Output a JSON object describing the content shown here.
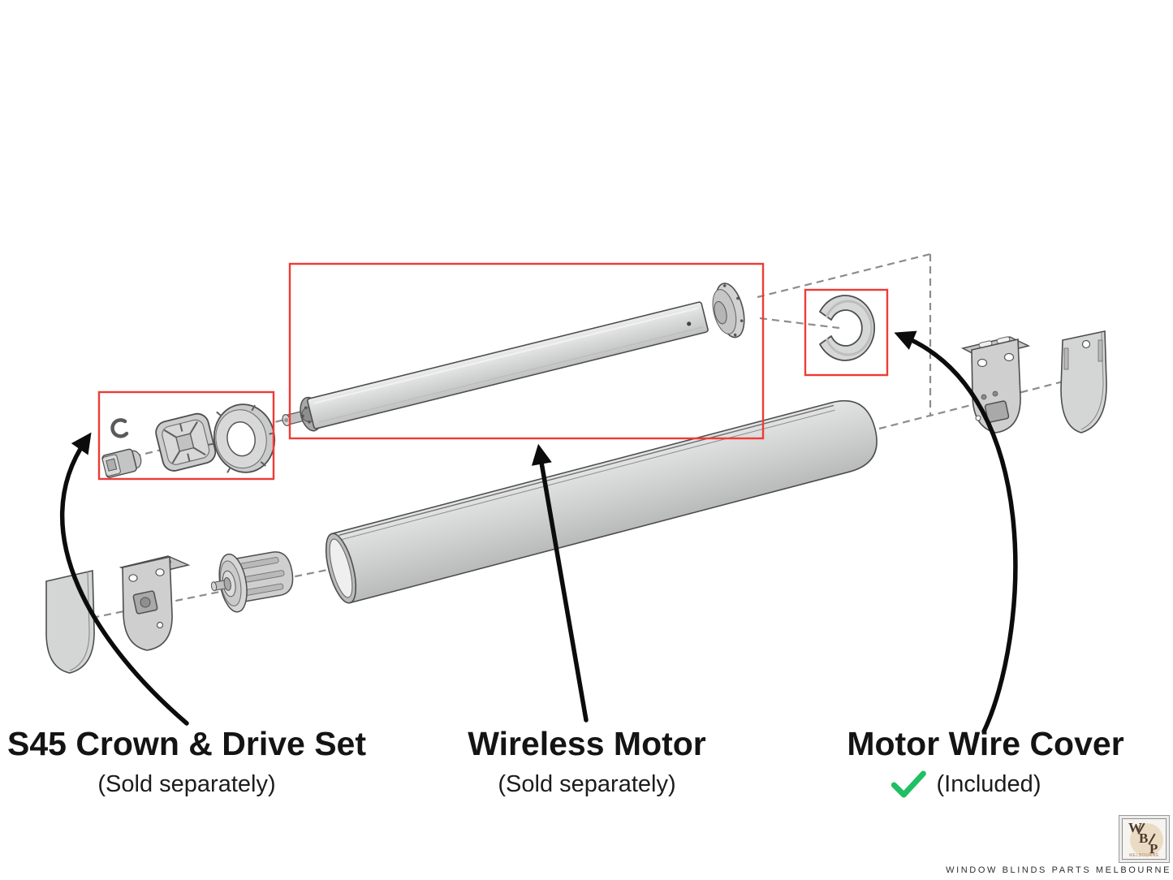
{
  "annotations": [
    {
      "title": "S45 Crown & Drive Set",
      "subtitle": "(Sold separately)"
    },
    {
      "title": "Wireless Motor",
      "subtitle": "(Sold separately)"
    },
    {
      "title": "Motor Wire Cover",
      "subtitle": "(Included)"
    }
  ],
  "colors": {
    "highlight_box_red": "#ee3b36",
    "check_green": "#1fc061",
    "arrow_black": "#0c0c0c",
    "dashed_line_gray": "#8c8c8c",
    "part_fill_gray": "#d3d4d4",
    "part_stroke_gray": "#4e4e4e",
    "logo_circle_beige": "#eadbc3",
    "logo_letter_brown": "#4d3a2c"
  },
  "diagram_parts": [
    "wireless-motor",
    "motor-wire-cover-ring",
    "s45-crown-drive-set",
    "roller-tube",
    "left-bracket-cover",
    "left-mounting-bracket",
    "idler-plug",
    "right-mounting-bracket",
    "right-bracket-cover"
  ],
  "logo": {
    "letters": [
      "W",
      "B",
      "P"
    ],
    "badge_text": "MELBOURNE",
    "caption": "WINDOW BLINDS PARTS MELBOURNE"
  }
}
